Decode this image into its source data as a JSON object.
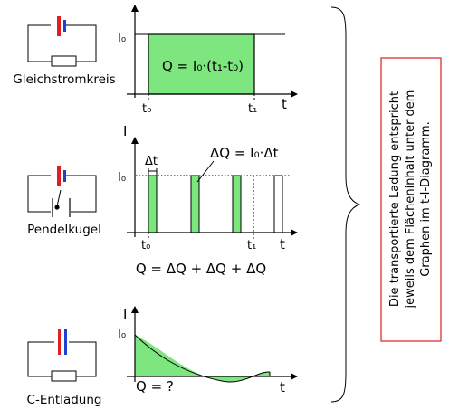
{
  "colors": {
    "fill_green": "#7ee67e",
    "battery_red": "#e02020",
    "battery_blue": "#2040d0",
    "box_border": "#e03030",
    "line": "#000000"
  },
  "panels": {
    "dc": {
      "circuit_label": "Gleichstromkreis",
      "y_tick": "I₀",
      "x_axis_label": "t",
      "x_tick_start": "t₀",
      "x_tick_end": "t₁",
      "formula": "Q = I₀·(t₁-t₀)"
    },
    "pendulum": {
      "circuit_label": "Pendelkugel",
      "y_axis_label": "I",
      "y_tick": "I₀",
      "x_axis_label": "t",
      "x_tick_start": "t₀",
      "x_tick_end": "t₁",
      "delta_t_label": "Δt",
      "delta_q_formula": "ΔQ = I₀·Δt",
      "sum_formula": "Q = ΔQ + ΔQ + ΔQ"
    },
    "discharge": {
      "circuit_label": "C-Entladung",
      "y_axis_label": "I",
      "y_tick": "I₀",
      "x_axis_label": "t",
      "area_label": "Q = ?"
    }
  },
  "note": {
    "line1": "Die transportierte Ladung entspricht",
    "line2": "jeweils dem Flächeninhalt unter dem",
    "line3": "Graphen im t-I-Diagramm."
  }
}
